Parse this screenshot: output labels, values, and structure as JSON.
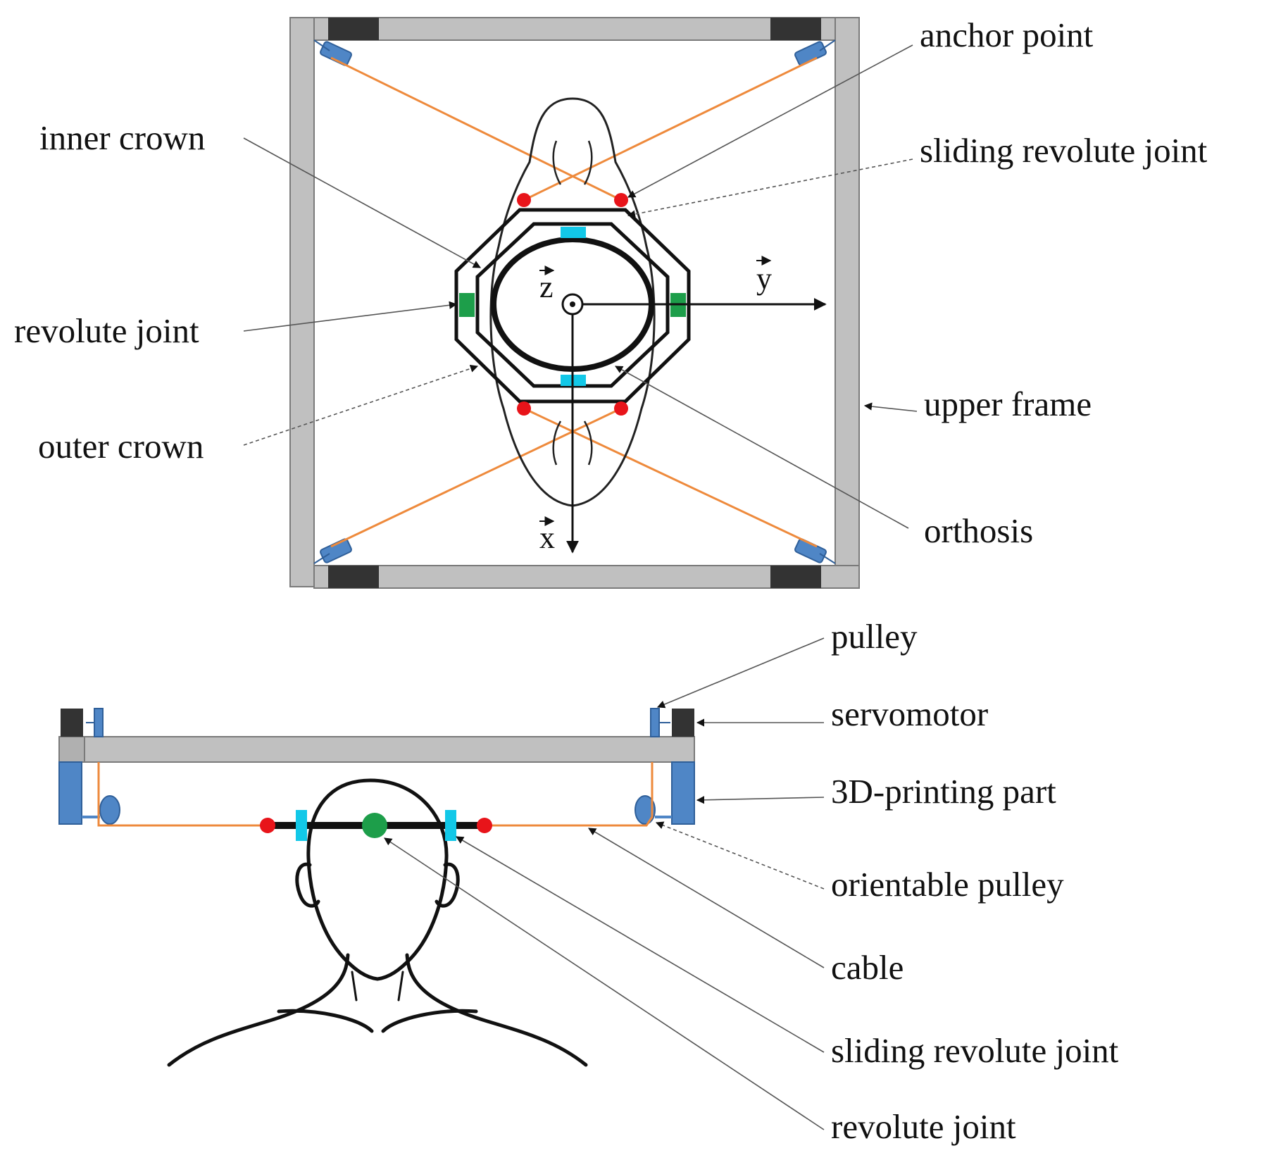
{
  "labels": {
    "anchor_point": "anchor point",
    "inner_crown": "inner crown",
    "sliding_revolute_joint_top": "sliding revolute joint",
    "revolute_joint_top": "revolute joint",
    "upper_frame": "upper frame",
    "outer_crown": "outer crown",
    "orthosis": "orthosis",
    "pulley": "pulley",
    "servomotor": "servomotor",
    "printing_part": "3D-printing part",
    "orientable_pulley": "orientable pulley",
    "cable": "cable",
    "sliding_revolute_joint_bottom": "sliding revolute joint",
    "revolute_joint_bottom": "revolute joint"
  },
  "axes": {
    "x": "x",
    "y": "y",
    "z": "z"
  },
  "colors": {
    "frame": "#c0c0c0",
    "frame_edge": "#7a7a7a",
    "servomotor": "#333333",
    "printed_part": "#4f86c6",
    "cable": "#ee8a3c",
    "anchor": "#e8141a",
    "sliding_joint": "#12c8e8",
    "revolute_joint": "#1d9e4a",
    "line": "#111111"
  }
}
